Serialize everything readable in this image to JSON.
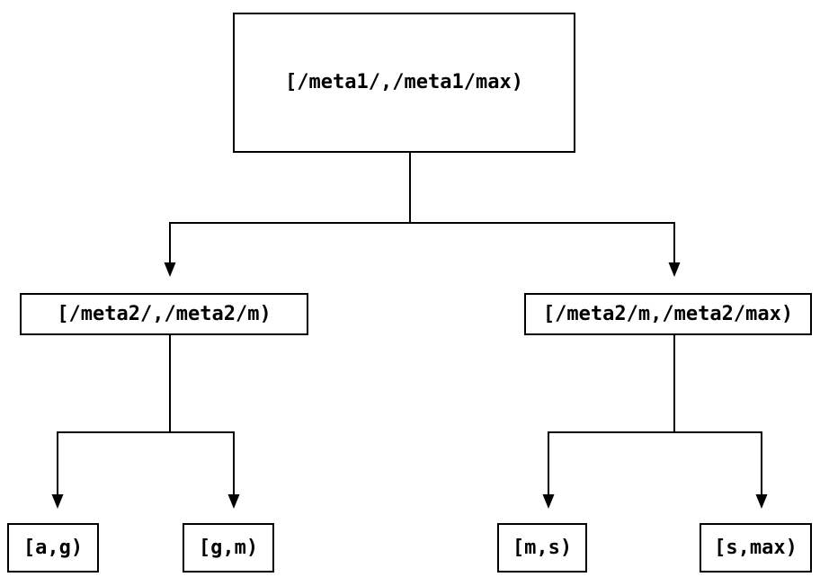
{
  "tree": {
    "root": {
      "label": "[/meta1/,/meta1/max)",
      "children": [
        {
          "label": "[/meta2/,/meta2/m)",
          "children": [
            {
              "label": "[a,g)"
            },
            {
              "label": "[g,m)"
            }
          ]
        },
        {
          "label": "[/meta2/m,/meta2/max)",
          "children": [
            {
              "label": "[m,s)"
            },
            {
              "label": "[s,max)"
            }
          ]
        }
      ]
    }
  },
  "colors": {
    "line": "#000000",
    "box_border": "#000000",
    "text": "#000000",
    "background": "#ffffff"
  }
}
